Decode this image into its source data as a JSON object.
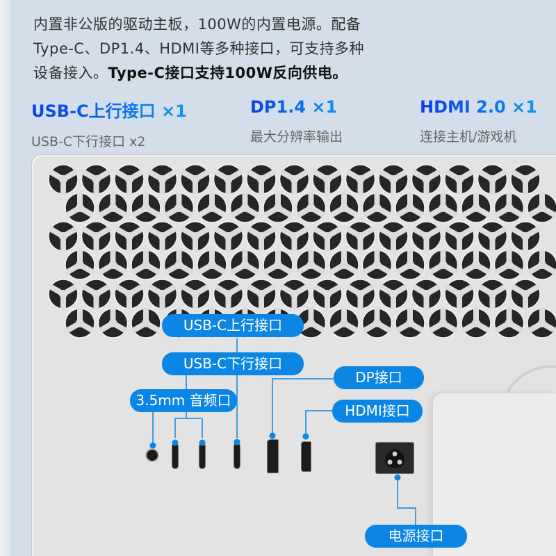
{
  "intro": {
    "line1": "内置非公版的驱动主板，100W的内置电源。配备",
    "line2": "Type-C、DP1.4、HDMI等多种接口，可支持多种",
    "line3_normal": "设备接入。",
    "line3_bold": "Type-C接口支持100W反向供电。"
  },
  "specs": [
    {
      "title": "USB-C上行接口 ×1",
      "sub": "USB-C下行接口 x2"
    },
    {
      "title": "DP1.4 ×1",
      "sub": "最大分辨率输出"
    },
    {
      "title": "HDMI 2.0 ×1",
      "sub": "连接主机/游戏机"
    }
  ],
  "labels": {
    "usbc_up": "USB-C上行接口",
    "usbc_down": "USB-C下行接口",
    "audio": "3.5mm 音频口",
    "dp": "DP接口",
    "hdmi": "HDMI接口",
    "power": "电源接口"
  },
  "colors": {
    "accent": "#0c86e4",
    "background": "#d3deea",
    "panel": "#e3e3e3"
  }
}
